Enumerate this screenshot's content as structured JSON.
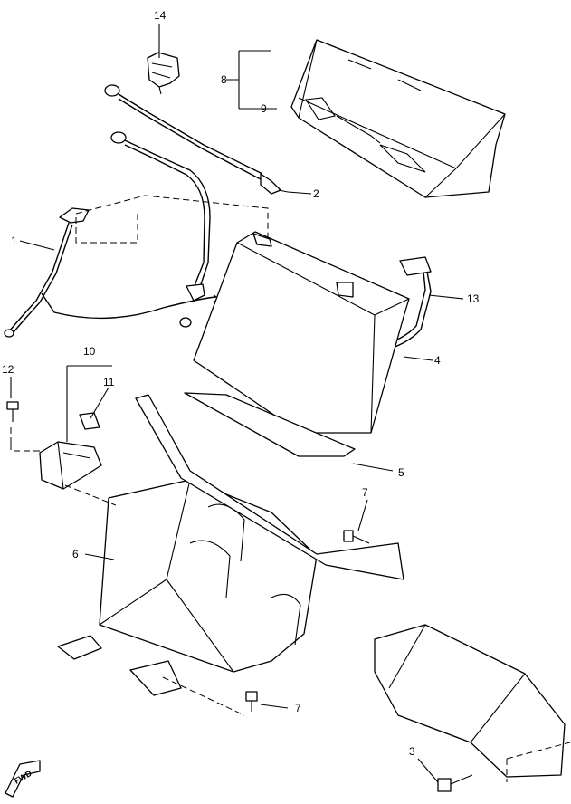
{
  "diagram": {
    "callouts": [
      {
        "id": "14",
        "label": "14"
      },
      {
        "id": "8",
        "label": "8"
      },
      {
        "id": "9",
        "label": "9"
      },
      {
        "id": "2",
        "label": "2"
      },
      {
        "id": "1",
        "label": "1"
      },
      {
        "id": "13",
        "label": "13"
      },
      {
        "id": "4",
        "label": "4"
      },
      {
        "id": "10",
        "label": "10"
      },
      {
        "id": "11",
        "label": "11"
      },
      {
        "id": "12",
        "label": "12"
      },
      {
        "id": "5",
        "label": "5"
      },
      {
        "id": "7a",
        "label": "7"
      },
      {
        "id": "6",
        "label": "6"
      },
      {
        "id": "7b",
        "label": "7"
      },
      {
        "id": "3",
        "label": "3"
      }
    ],
    "fwd_label": "FWD"
  }
}
